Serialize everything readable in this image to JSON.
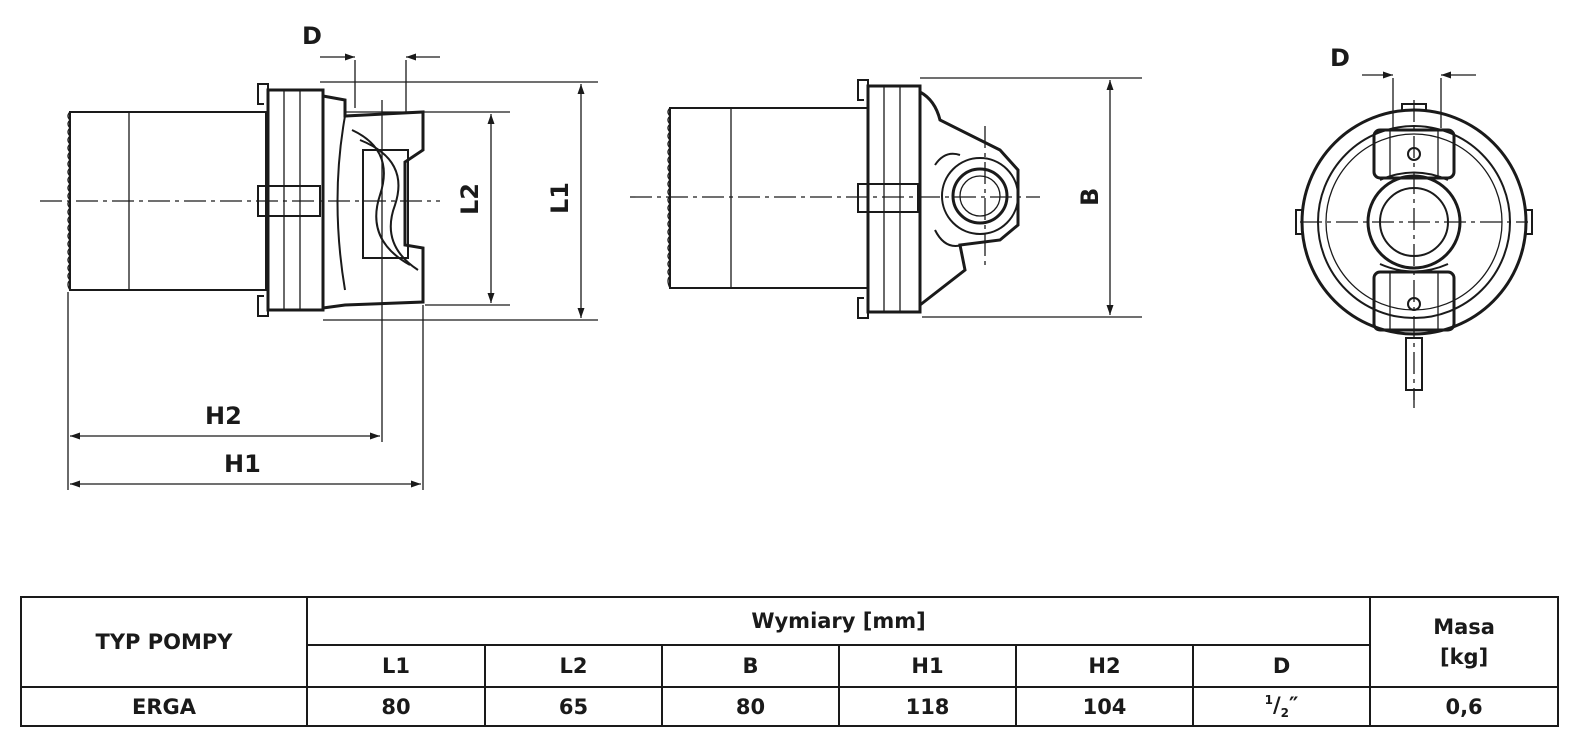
{
  "drawing": {
    "labels": {
      "D_side": "D",
      "L2": "L2",
      "L1": "L1",
      "H2": "H2",
      "H1": "H1",
      "B": "B",
      "D_front": "D"
    }
  },
  "table": {
    "type_header": "TYP POMPY",
    "dimensions_header": "Wymiary [mm]",
    "mass_header": "Masa [kg]",
    "columns": [
      "L1",
      "L2",
      "B",
      "H1",
      "H2",
      "D"
    ],
    "row": {
      "type": "ERGA",
      "L1": "80",
      "L2": "65",
      "B": "80",
      "H1": "118",
      "H2": "104",
      "D_num": "1",
      "D_den": "2",
      "D_unit": "″",
      "mass": "0,6"
    }
  }
}
